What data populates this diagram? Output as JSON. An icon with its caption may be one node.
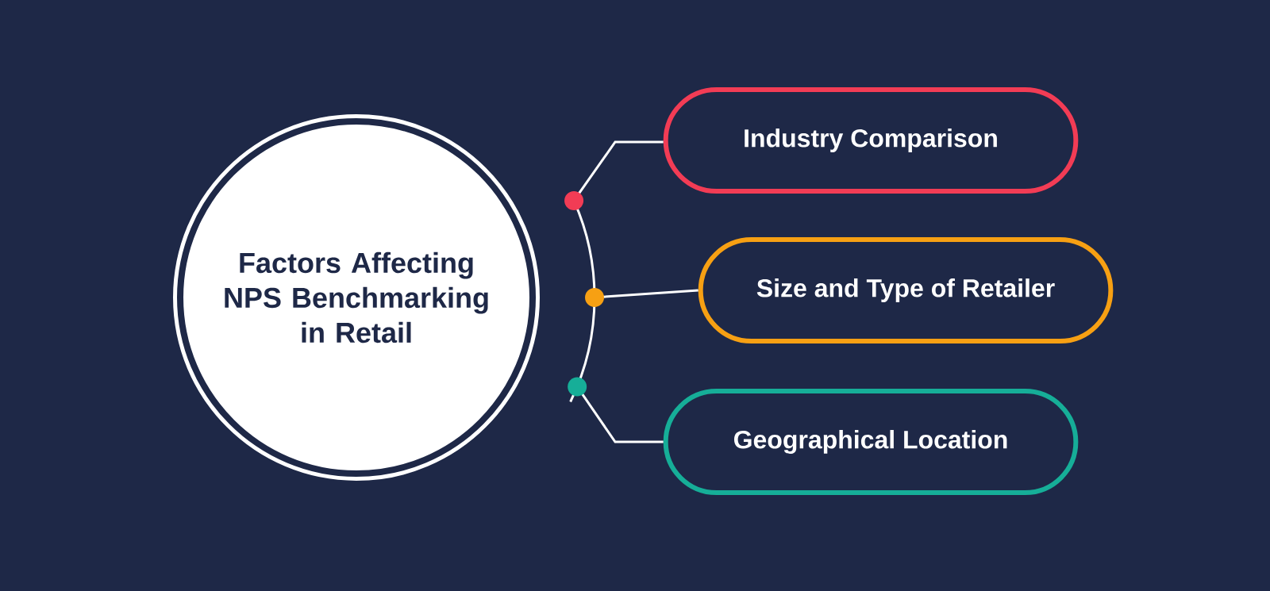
{
  "diagram": {
    "nodes": [
      {
        "text": [
          "Factors Affecting NPS Benchmarking in Retail"
        ]
      },
      {
        "text": [
          "Industry Comparison"
        ]
      },
      {
        "text": [
          "Size and Type of Retailer"
        ]
      },
      {
        "text": [
          "Geographical Location"
        ]
      }
    ],
    "edges": [
      {
        "from": 0,
        "to": 1,
        "arrow": "other"
      },
      {
        "from": 0,
        "to": 2,
        "arrow": "other"
      },
      {
        "from": 0,
        "to": 3,
        "arrow": "other"
      }
    ]
  }
}
